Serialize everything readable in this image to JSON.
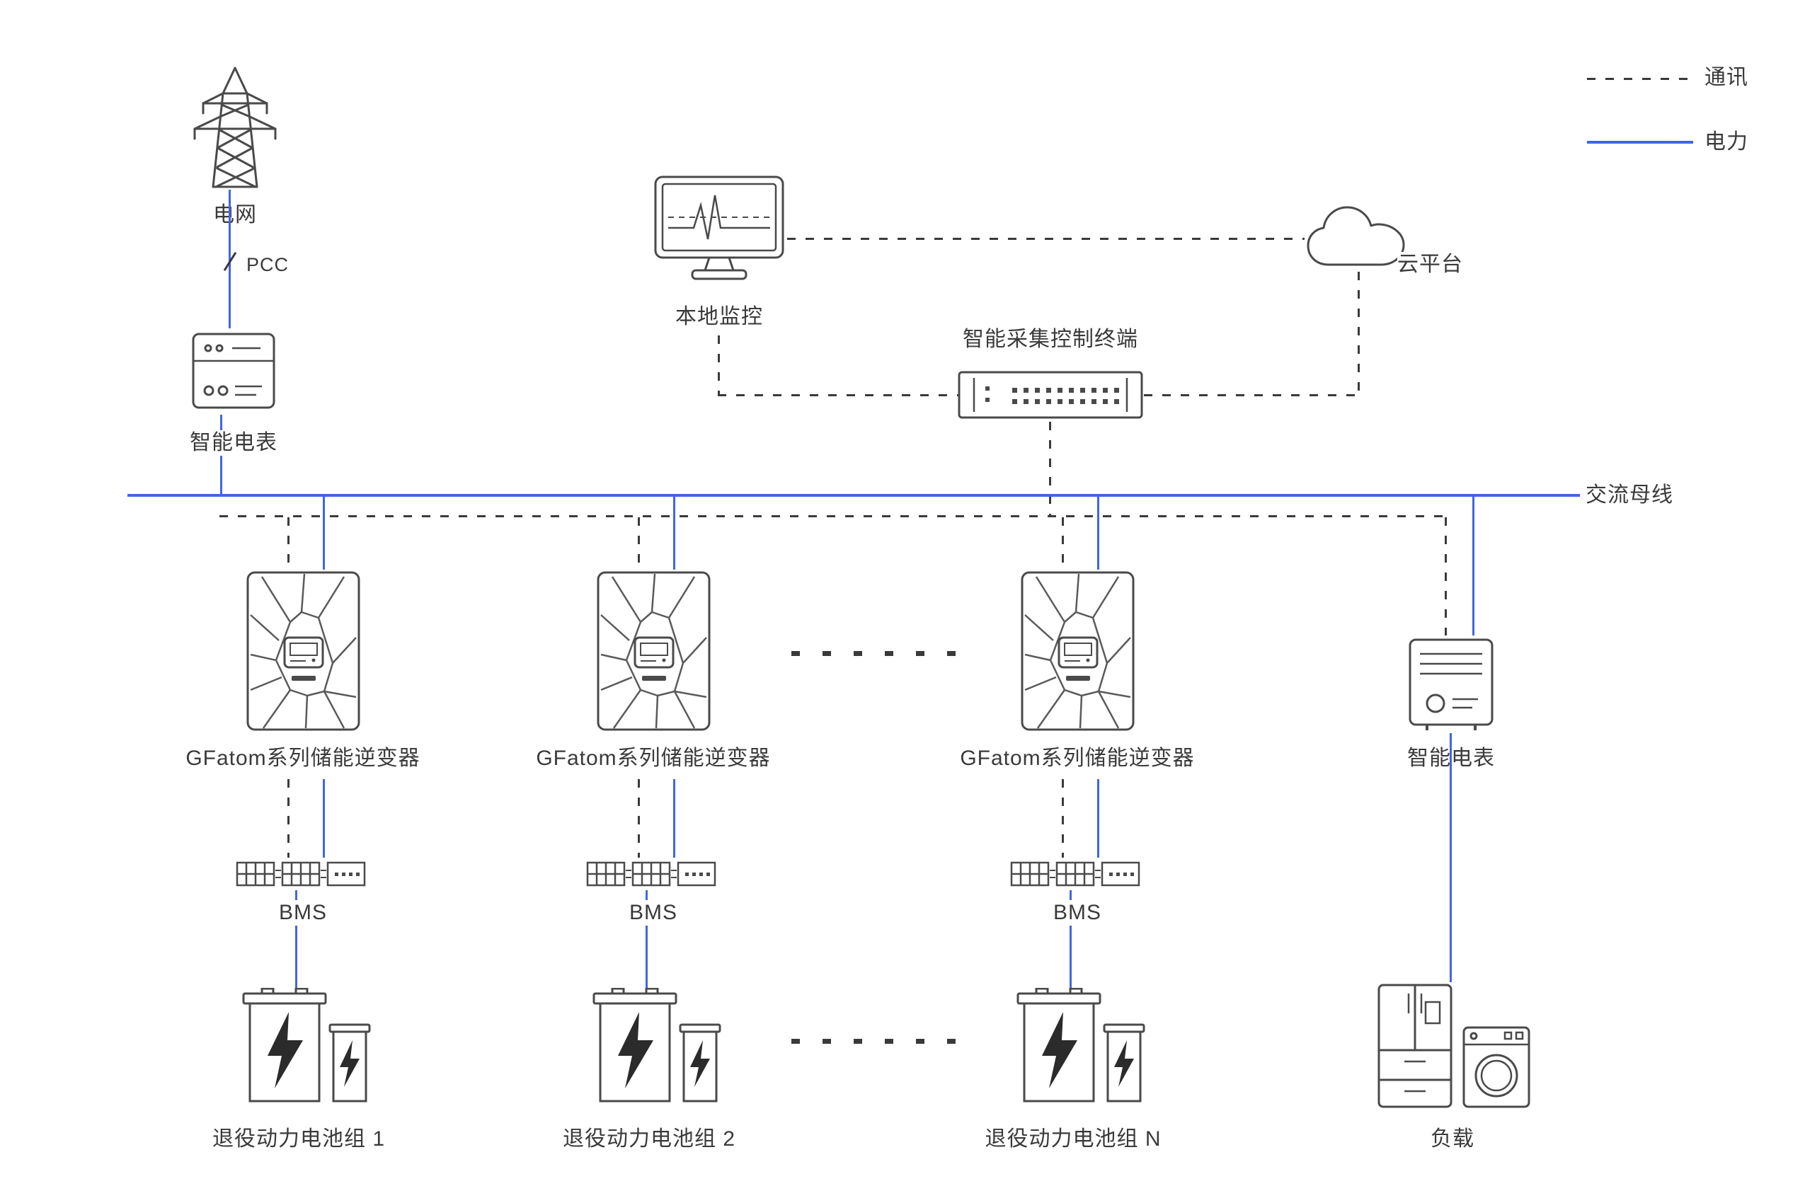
{
  "legend": {
    "comm_label": "通讯",
    "power_label": "电力"
  },
  "nodes": {
    "grid": "电网",
    "pcc": "PCC",
    "smart_meter_top": "智能电表",
    "local_monitor": "本地监控",
    "cloud_platform": "云平台",
    "acquisition_terminal": "智能采集控制终端",
    "ac_bus": "交流母线",
    "inverter": "GFatom系列储能逆变器",
    "bms": "BMS",
    "battery_pack_1": "退役动力电池组 1",
    "battery_pack_2": "退役动力电池组 2",
    "battery_pack_n": "退役动力电池组 N",
    "smart_meter_right": "智能电表",
    "load": "负载"
  },
  "colors": {
    "power_line": "#4166e0",
    "comm_line": "#3a3a3a",
    "background": "#ffffff"
  }
}
